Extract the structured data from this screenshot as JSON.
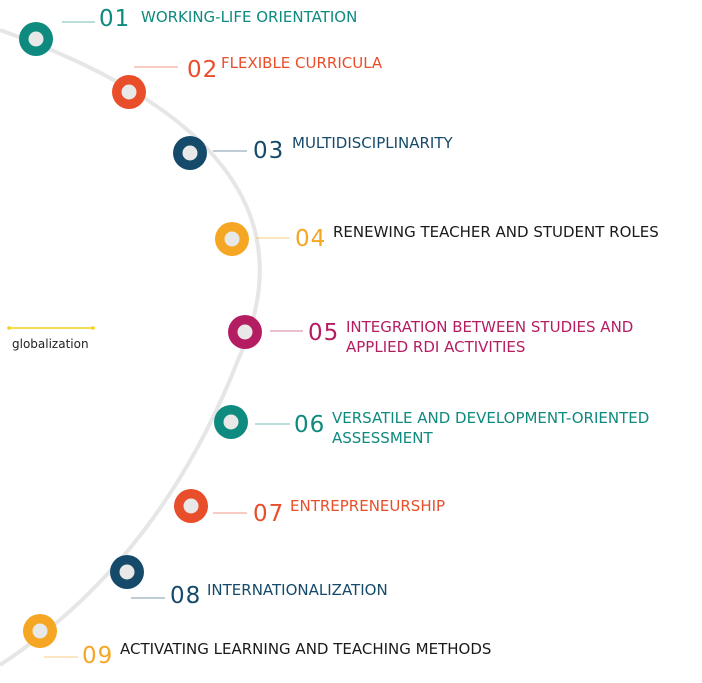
{
  "diagram": {
    "items": [
      {
        "number": "01",
        "label_lines": [
          "WORKING-LIFE ORIENTATION"
        ],
        "color": "#0e8a7e"
      },
      {
        "number": "02",
        "label_lines": [
          "FLEXIBLE CURRICULA"
        ],
        "color": "#e94e2b"
      },
      {
        "number": "03",
        "label_lines": [
          "MULTIDISCIPLINARITY"
        ],
        "color": "#164a6b"
      },
      {
        "number": "04",
        "label_lines": [
          "RENEWING TEACHER AND STUDENT ROLES"
        ],
        "color": "#f5a623",
        "label_color": "#1a1a1a"
      },
      {
        "number": "05",
        "label_lines": [
          "INTEGRATION BETWEEN STUDIES AND",
          "APPLIED RDI ACTIVITIES"
        ],
        "color": "#b51d62"
      },
      {
        "number": "06",
        "label_lines": [
          "VERSATILE AND DEVELOPMENT-ORIENTED",
          "ASSESSMENT"
        ],
        "color": "#0e8a7e"
      },
      {
        "number": "07",
        "label_lines": [
          "ENTREPRENEURSHIP"
        ],
        "color": "#e94e2b"
      },
      {
        "number": "08",
        "label_lines": [
          "INTERNATIONALIZATION"
        ],
        "color": "#164a6b"
      },
      {
        "number": "09",
        "label_lines": [
          "ACTIVATING LEARNING AND TEACHING METHODS"
        ],
        "color": "#f5a623",
        "label_color": "#1a1a1a"
      }
    ],
    "side_label": "globalization",
    "side_arrow_color": "#f2d21b",
    "arc_color": "#e6e6e6"
  }
}
